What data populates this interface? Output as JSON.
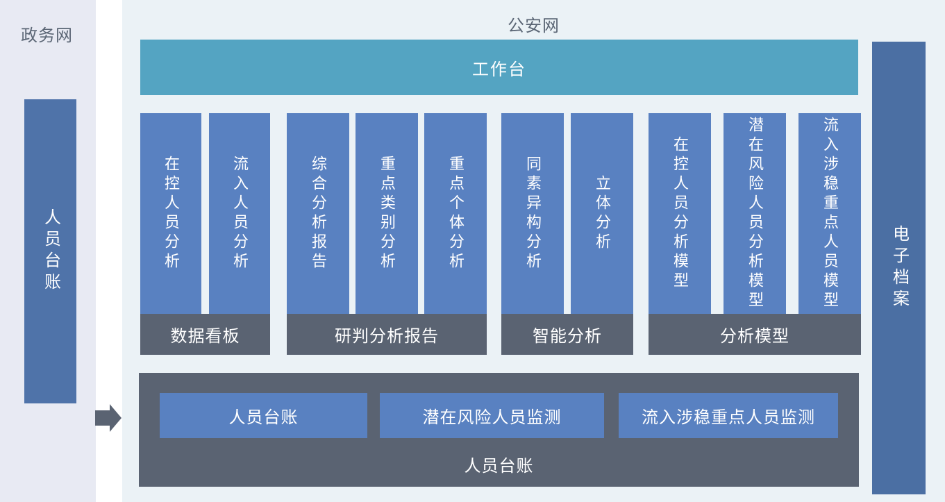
{
  "left_panel": {
    "title": "政务网",
    "bar_label": "人员台账"
  },
  "main": {
    "title": "公安网",
    "workbench_label": "工作台",
    "groups": [
      {
        "footer": "数据看板",
        "bars": [
          "在控人员分析",
          "流入人员分析"
        ]
      },
      {
        "footer": "研判分析报告",
        "bars": [
          "综合分析报告",
          "重点类别分析",
          "重点个体分析"
        ]
      },
      {
        "footer": "智能分析",
        "bars": [
          "同素异构分析",
          "立体分析"
        ]
      },
      {
        "footer": "分析模型",
        "bars": [
          "在控人员分析模型",
          "潜在风险人员分析模型",
          "流入涉稳重点人员模型"
        ]
      }
    ],
    "bottom_panel": {
      "label": "人员台账",
      "buttons": [
        "人员台账",
        "潜在风险人员监测",
        "流入涉稳重点人员监测"
      ]
    }
  },
  "right_bar_label": "电子档案",
  "colors": {
    "left_panel_bg": "#e8eaf3",
    "main_bg": "#ebf2f6",
    "workbench_teal": "#54a4c2",
    "module_blue": "#5981c1",
    "left_bar_blue": "#4f73a9",
    "right_bar_blue": "#4b6fa3",
    "dark_slate": "#5a6372",
    "title_text": "#5b6675"
  }
}
